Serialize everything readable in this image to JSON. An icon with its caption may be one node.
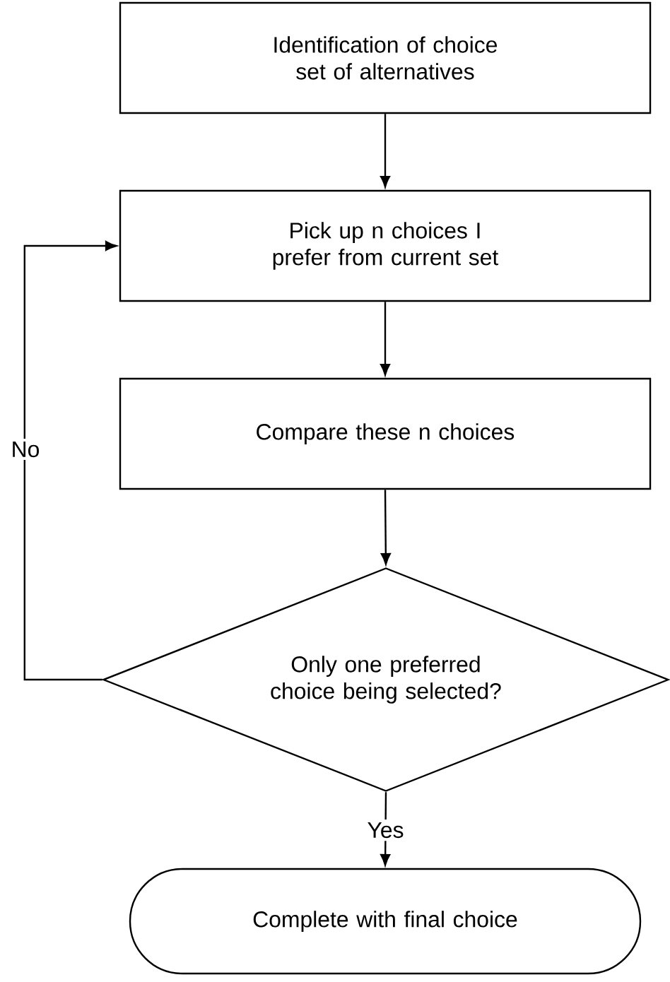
{
  "diagram": {
    "nodes": [
      {
        "text": [
          "Identification of choice set of alternatives"
        ]
      },
      {
        "text": [
          "Pick up n choices I prefer from current set"
        ]
      },
      {
        "text": [
          "Compare these n choices"
        ]
      },
      {
        "text": [
          "Only one preferred choice being selected?"
        ]
      },
      {
        "text": [
          "Complete with final choice"
        ]
      }
    ],
    "edges": [
      {
        "from": 0,
        "to": 1,
        "arrow": "to"
      },
      {
        "from": 1,
        "to": 2,
        "arrow": "to"
      },
      {
        "from": 2,
        "to": 3,
        "arrow": "to"
      },
      {
        "from": 3,
        "to": 1,
        "arrow": "to",
        "label": "No"
      },
      {
        "from": 3,
        "to": 4,
        "arrow": "to",
        "label": "Yes"
      }
    ]
  }
}
